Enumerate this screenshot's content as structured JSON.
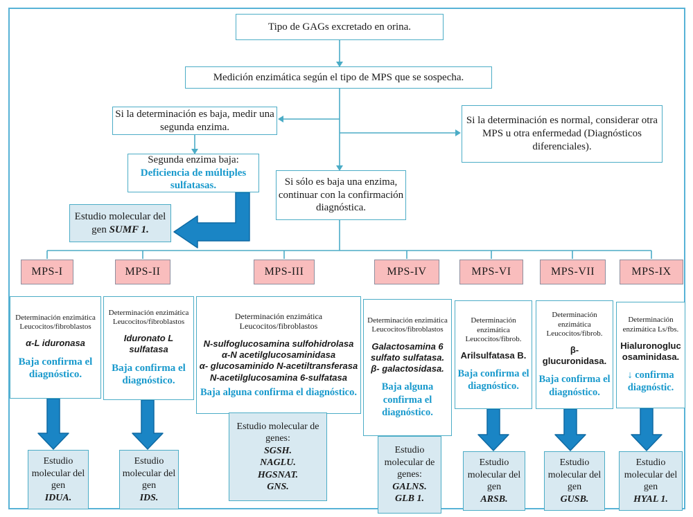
{
  "palette": {
    "teal_line": "#4bacc6",
    "outer_border": "#57b2d6",
    "pink_fill": "#f9bdbd",
    "lightblue_fill": "#d8e9f1",
    "thick_arrow_blue": "#1a85c5",
    "text_blue": "#1899cc"
  },
  "flow": {
    "gags": "Tipo de GAGs excretado en orina.",
    "medicion": "Medición enzimática según el tipo de MPS que se sospecha.",
    "baja": "Si la determinación es baja, medir una segunda enzima.",
    "normal": "Si la determinación es normal, considerar otra MPS u otra enfermedad (Diagnósticos diferenciales).",
    "segunda_line1": "Segunda enzima baja:",
    "segunda_line2": "Deficiencia de múltiples sulfatasas.",
    "sumf_intro": "Estudio molecular del gen",
    "sumf_gene": "SUMF 1.",
    "si_solo": "Si sólo es baja una enzima, continuar con la confirmación diagnóstica."
  },
  "columns": [
    {
      "label": "MPS-I",
      "det": "Determinación enzimática Leucocitos/fibroblastos",
      "enzymes": "α-L iduronasa",
      "result": "Baja confirma el diagnóstico.",
      "est_intro": "Estudio molecular del gen",
      "genes": "IDUA."
    },
    {
      "label": "MPS-II",
      "det": "Determinación enzimática Leucocitos/fibroblastos",
      "enzymes": "Iduronato L\nsulfatasa",
      "result": "Baja confirma el diagnóstico.",
      "est_intro": "Estudio molecular del gen",
      "genes": "IDS."
    },
    {
      "label": "MPS-III",
      "det": "Determinación enzimática Leucocitos/fibroblastos",
      "enzymes": "N-sulfoglucosamina sulfohidrolasa\nα-N acetilglucosaminidasa\nα- glucosaminido N-acetiltransferasa\nN-acetilglucosamina 6-sulfatasa",
      "result": "Baja alguna confirma el diagnóstico.",
      "est_intro": "Estudio molecular de genes:",
      "genes": "SGSH.\nNAGLU.\nHGSNAT.\nGNS."
    },
    {
      "label": "MPS-IV",
      "det": "Determinación enzimática Leucocitos/fibroblastos",
      "enzymes": "Galactosamina 6\nsulfato sulfatasa.\nβ- galactosidasa.",
      "result": "Baja alguna confirma el diagnóstico.",
      "est_intro": "Estudio molecular de genes:",
      "genes": "GALNS.\nGLB 1."
    },
    {
      "label": "MPS-VI",
      "det": "Determinación enzimática Leucocitos/fibrob.",
      "enzymes": "Arilsulfatasa B.",
      "result": "Baja confirma el diagnóstico.",
      "est_intro": "Estudio molecular del gen",
      "genes": "ARSB."
    },
    {
      "label": "MPS-VII",
      "det": "Determinación enzimática Leucocitos/fibrob.",
      "enzymes": "β-\nglucuronidasa.",
      "result": "Baja confirma el diagnóstico.",
      "est_intro": "Estudio molecular del gen",
      "genes": "GUSB."
    },
    {
      "label": "MPS-IX",
      "det": "Determinación enzimática Ls/fbs.",
      "enzymes": "Hialuronogluc\nosaminidasa.",
      "result": "↓ confirma diagnóstic.",
      "est_intro": "Estudio molecular del gen",
      "genes": "HYAL 1."
    }
  ]
}
